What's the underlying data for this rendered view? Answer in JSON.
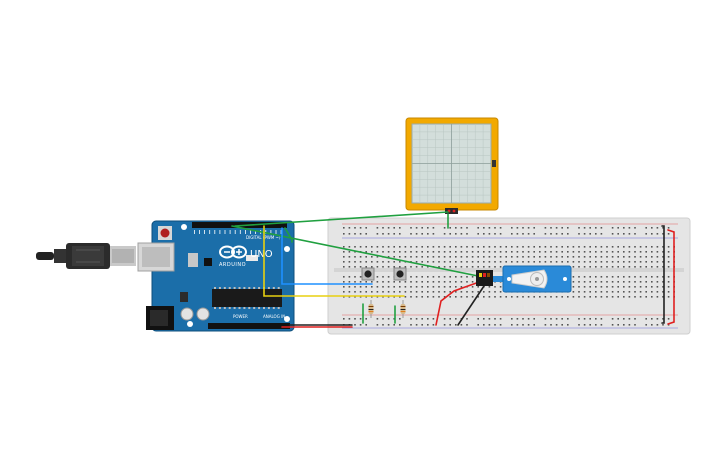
{
  "arduino": {
    "brand": "ARDUINO",
    "model": "UNO",
    "digital_label": "DIGITAL (PWM ~)",
    "power_label": "POWER",
    "analog_label": "ANALOG IN",
    "pwm_tilde": "~"
  },
  "colors": {
    "board": "#1b6ea9",
    "board_dark": "#135a8c",
    "breadboard": "#e5e5e5",
    "oscilloscope_frame": "#f2a900",
    "oscilloscope_screen": "#d3dedb",
    "servo": "#2a8ad8",
    "wire_green": "#20a040",
    "wire_yellow": "#e8d010",
    "wire_blue": "#1e90ff",
    "wire_black": "#222222",
    "wire_red": "#e02020"
  },
  "icons": {
    "usb": "usb-cable-icon",
    "power_jack": "power-jack-icon",
    "reset": "reset-button-icon",
    "logo": "arduino-logo-icon"
  }
}
